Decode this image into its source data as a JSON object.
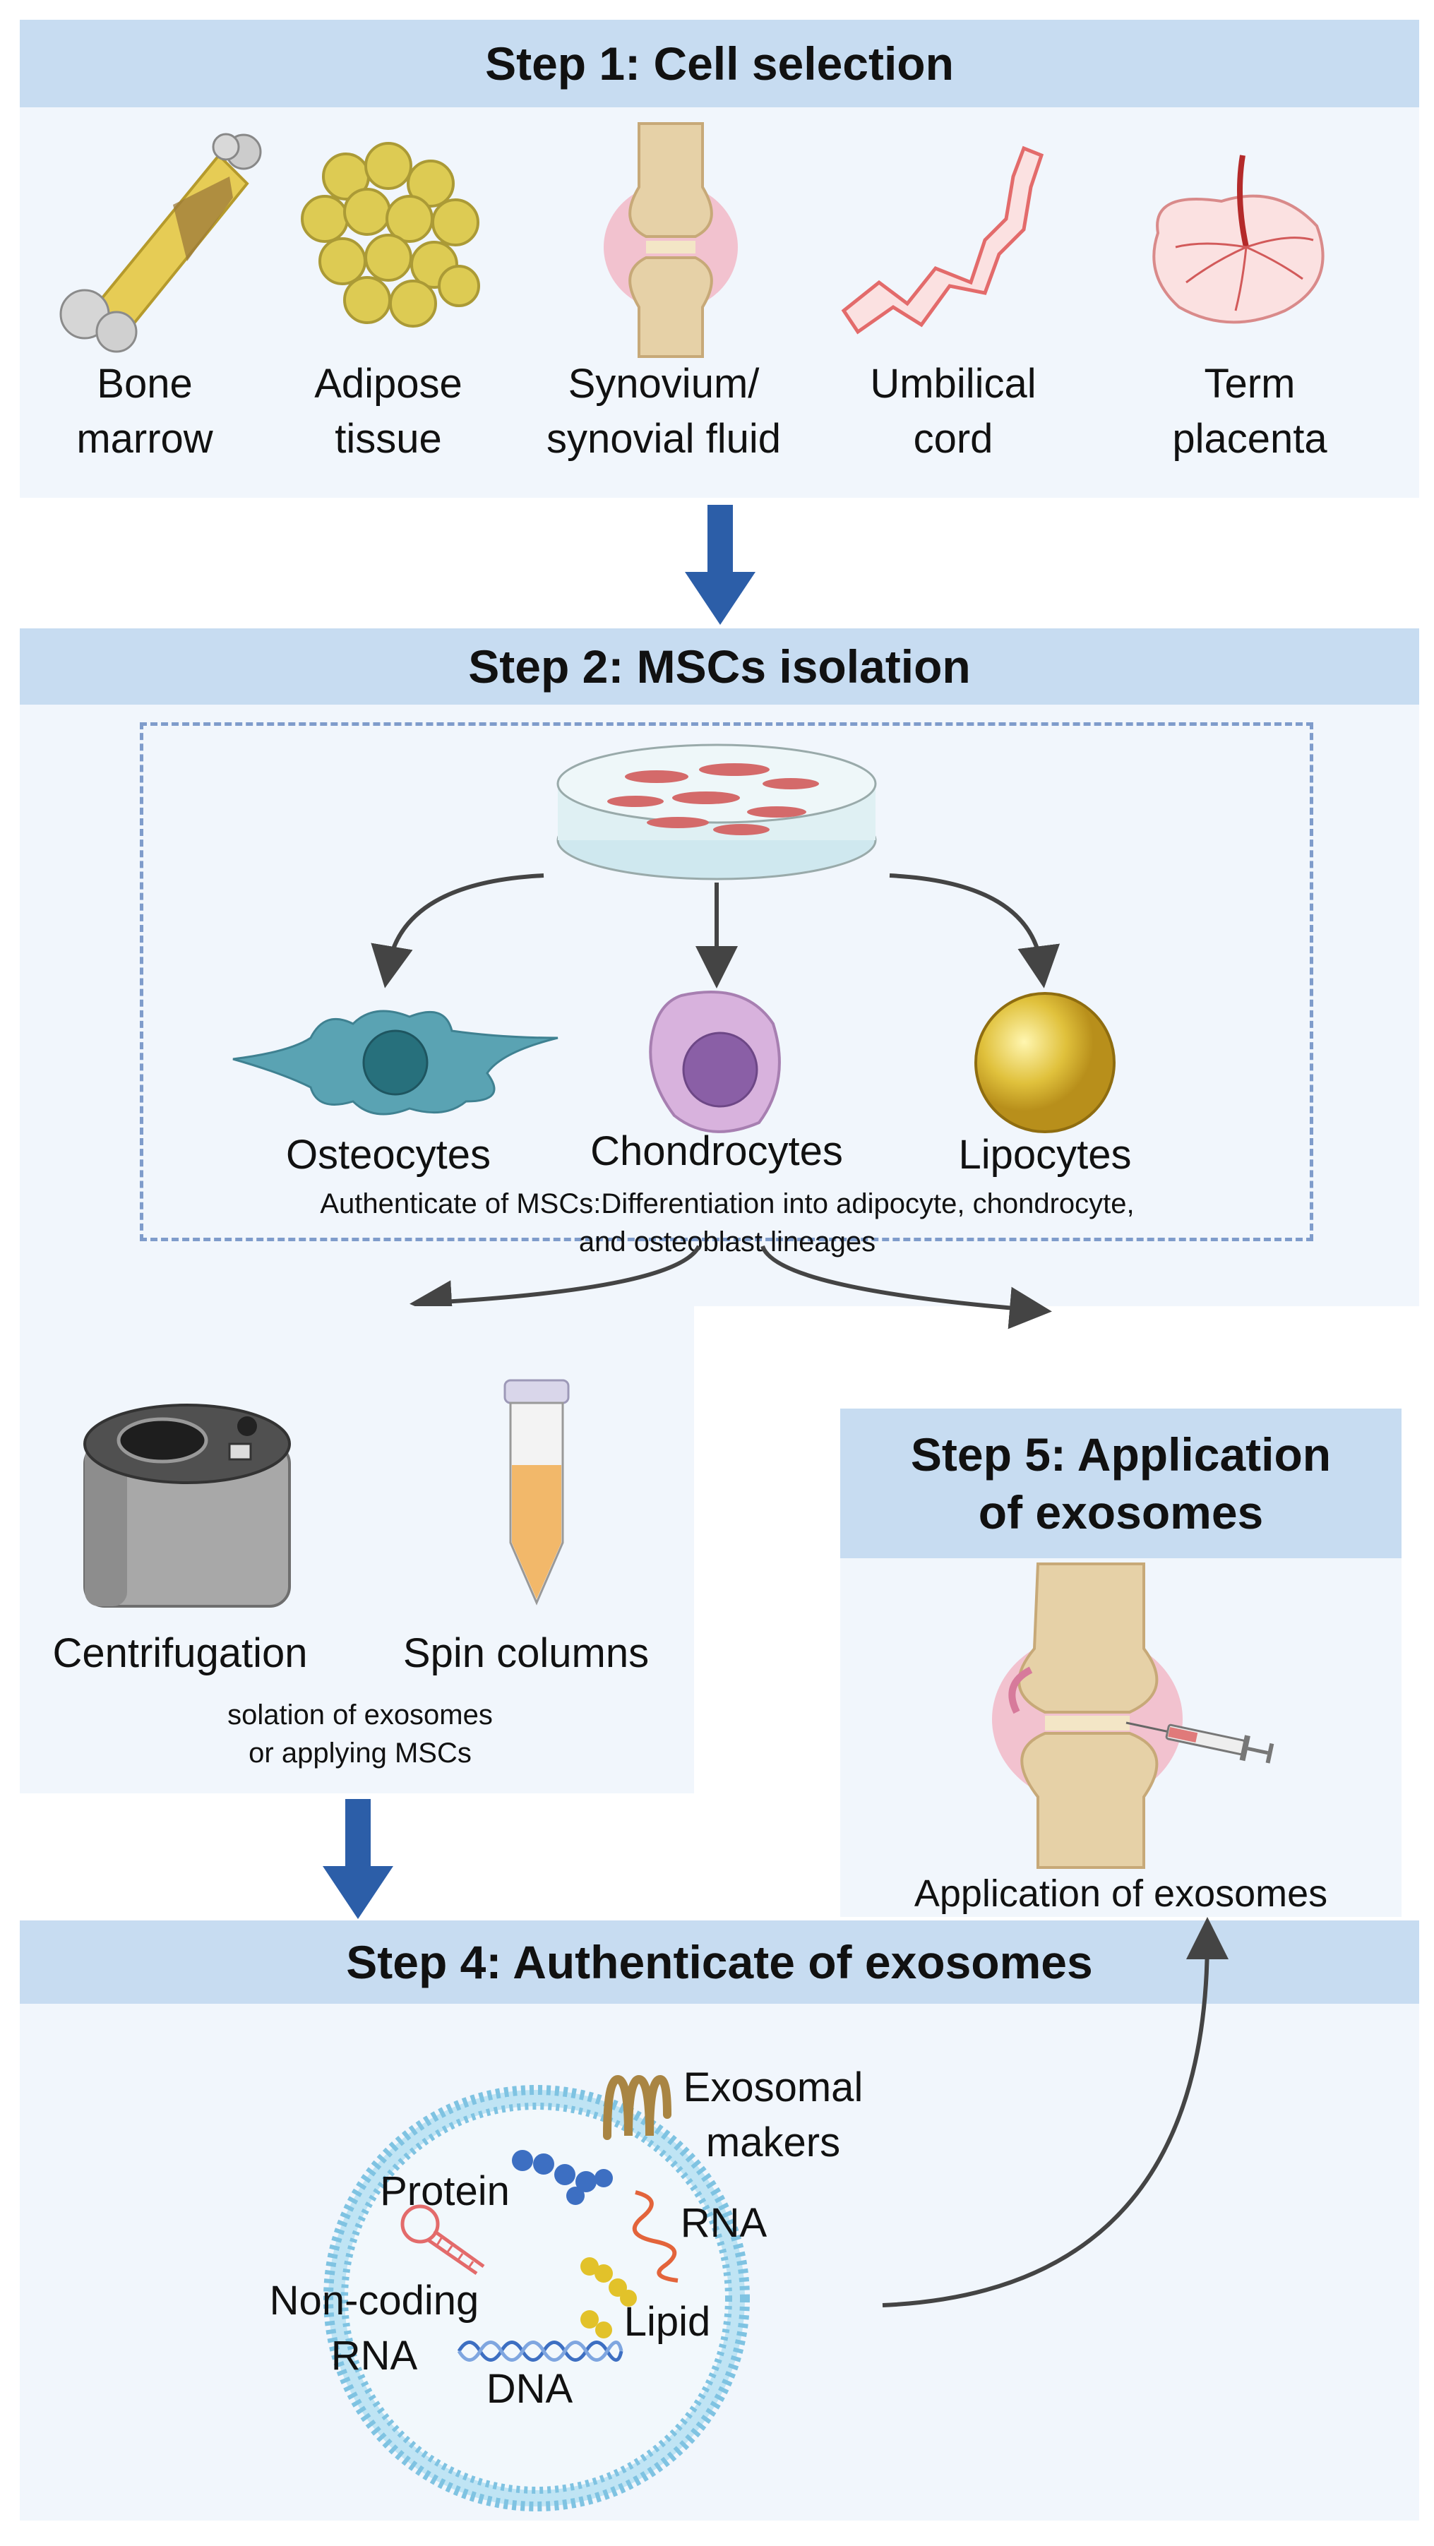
{
  "step1": {
    "title": "Step 1: Cell selection",
    "sources": [
      {
        "line1": "Bone",
        "line2": "marrow",
        "icon": "bone-icon"
      },
      {
        "line1": "Adipose",
        "line2": "tissue",
        "icon": "adipose-icon"
      },
      {
        "line1": "Synovium/",
        "line2": "synovial fluid",
        "icon": "knee-joint-icon"
      },
      {
        "line1": "Umbilical",
        "line2": "cord",
        "icon": "umbilical-cord-icon"
      },
      {
        "line1": "Term",
        "line2": "placenta",
        "icon": "placenta-icon"
      }
    ]
  },
  "step2": {
    "title": "Step 2: MSCs isolation",
    "lineages": [
      "Osteocytes",
      "Chondrocytes",
      "Lipocytes"
    ],
    "note_line1": "Authenticate of MSCs:Differentiation into adipocyte, chondrocyte,",
    "note_line2": "and osteoblast lineages"
  },
  "step3": {
    "methods": [
      "Centrifugation",
      "Spin columns"
    ],
    "note_line1": "solation of exosomes",
    "note_line2": "or applying MSCs"
  },
  "step4": {
    "title": "Step 4: Authenticate of exosomes",
    "labels": {
      "markers_line1": "Exosomal",
      "markers_line2": "makers",
      "protein": "Protein",
      "rna": "RNA",
      "ncrna_line1": "Non-coding",
      "ncrna_line2": "RNA",
      "lipid": "Lipid",
      "dna": "DNA"
    }
  },
  "step5": {
    "title_line1": "Step 5: Application",
    "title_line2": "of exosomes",
    "caption": "Application of exosomes"
  },
  "colors": {
    "band": "#c7dcf1",
    "panel": "#f1f6fc",
    "flow_arrow": "#2c5ea8",
    "dashed_border": "#7f9ccb"
  }
}
